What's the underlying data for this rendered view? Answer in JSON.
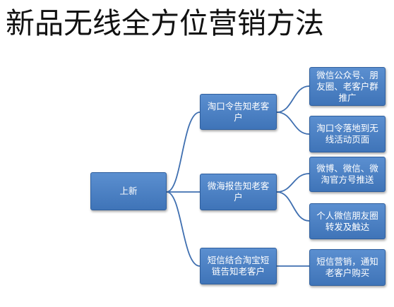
{
  "title": "新品无线全方位营销方法",
  "root": {
    "label": "上新"
  },
  "branches": [
    {
      "label": "淘口令告知老客户",
      "leaves": [
        "微信公众号、朋友圈、老客户群推广",
        "淘口令落地到无线活动页面"
      ]
    },
    {
      "label": "微海报告知老客户",
      "leaves": [
        "微博、微信、微淘官方号推送",
        "个人微信朋友圈转发及触达"
      ]
    },
    {
      "label": "短信结合淘宝短链告知老客户",
      "leaves": [
        "短信营销，通知老客户购买"
      ]
    }
  ],
  "colors": {
    "node_fill": "#4a80c4",
    "node_border": "#2f5f9e",
    "connector": "#3f6fb0"
  }
}
